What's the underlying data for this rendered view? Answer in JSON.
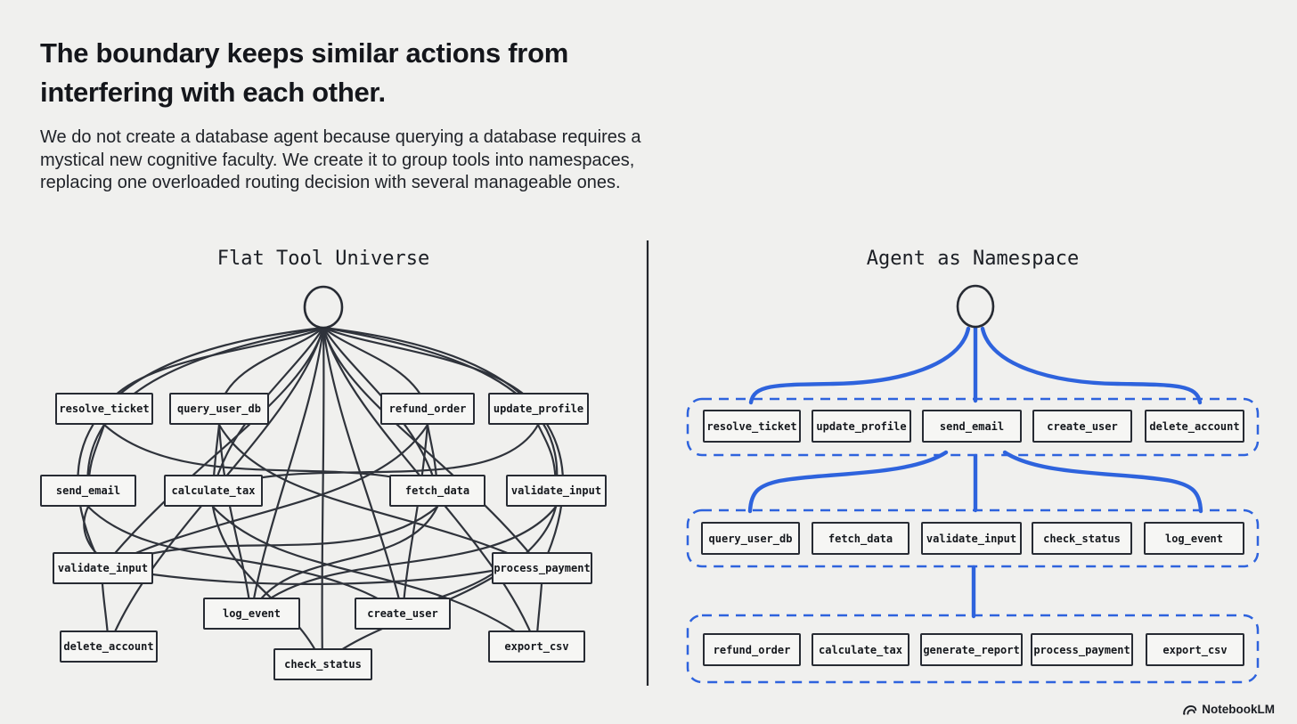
{
  "header": {
    "title_lines": [
      "The boundary keeps similar actions from",
      "interfering with each other."
    ],
    "subtitle_lines": [
      "We do not create a database agent because querying a database requires a",
      "mystical new cognitive faculty. We create it to group tools into namespaces,",
      "replacing one overloaded routing decision with several manageable ones."
    ]
  },
  "flat_universe": {
    "title": "Flat Tool Universe",
    "tools": [
      "resolve_ticket",
      "query_user_db",
      "refund_order",
      "update_profile",
      "send_email",
      "calculate_tax",
      "fetch_data",
      "validate_input",
      "validate_input",
      "process_payment",
      "log_event",
      "create_user",
      "delete_account",
      "check_status",
      "export_csv"
    ]
  },
  "namespace": {
    "title": "Agent as Namespace",
    "groups": [
      {
        "tools": [
          "resolve_ticket",
          "update_profile",
          "send_email",
          "create_user",
          "delete_account"
        ]
      },
      {
        "tools": [
          "query_user_db",
          "fetch_data",
          "validate_input",
          "check_status",
          "log_event"
        ]
      },
      {
        "tools": [
          "refund_order",
          "calculate_tax",
          "generate_report",
          "process_payment",
          "export_csv"
        ]
      }
    ]
  },
  "footer": {
    "brand": "NotebookLM"
  },
  "colors": {
    "background": "#f0f0ee",
    "edge_dark": "#2f333b",
    "accent_blue": "#2e63dd",
    "box_border": "#272b33"
  }
}
